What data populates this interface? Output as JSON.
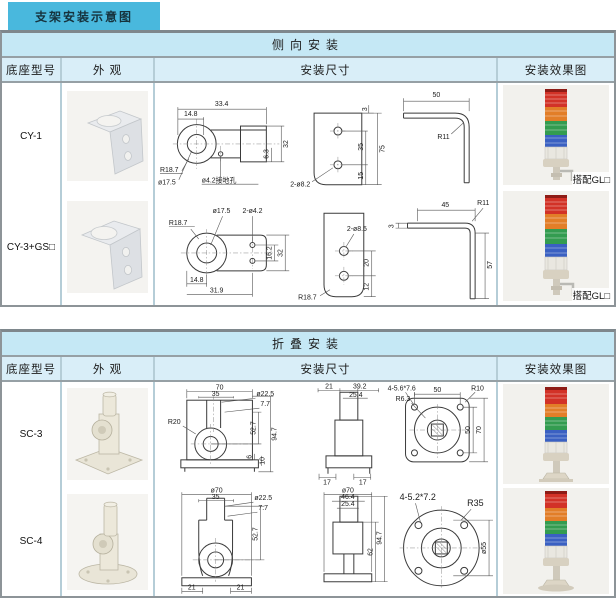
{
  "page_title": "支架安装示意图",
  "col_headers": {
    "model": "底座型号",
    "appearance": "外 观",
    "dimensions": "安装尺寸",
    "effect": "安装效果图"
  },
  "tables": [
    {
      "title": "侧向安装",
      "rows": [
        {
          "model": "CY-1",
          "effect_note": "搭配GL□",
          "dims": [
            "33.4",
            "14.8",
            "R18.7",
            "ø17.5",
            "ø4.2接地孔",
            "6.3",
            "32",
            "3",
            "75",
            "35",
            "15",
            "2-ø8.2",
            "50",
            "R11"
          ]
        },
        {
          "model": "CY-3+GS□",
          "effect_note": "搭配GL□",
          "dims": [
            "R18.7",
            "ø17.5",
            "2-ø4.2",
            "16.2",
            "32",
            "14.8",
            "31.9",
            "2-ø8.5",
            "20",
            "12",
            "R18.7",
            "45",
            "R11",
            "3",
            "57"
          ]
        }
      ]
    },
    {
      "title": "折叠安装",
      "rows": [
        {
          "model": "SC-3",
          "dims": [
            "70",
            "35",
            "ø22.5",
            "7.7",
            "R20",
            "52.7",
            "94.7",
            "6",
            "10",
            "21",
            "39.2",
            "25.4",
            "17",
            "17",
            "4-5.6*7.6",
            "R6.3",
            "50",
            "R10",
            "50",
            "70"
          ]
        },
        {
          "model": "SC-4",
          "dims": [
            "ø70",
            "35",
            "ø22.5",
            "7.7",
            "52.7",
            "21",
            "21",
            "ø70",
            "46.4",
            "25.4",
            "62",
            "94.7",
            "4-5.2*7.2",
            "R35",
            "ø55"
          ]
        }
      ]
    }
  ],
  "colors": {
    "tab": "#49b8dd",
    "band": "#c5e8f5",
    "head": "#d9eef8",
    "tower_red": "#d23227",
    "tower_orange": "#e27e28",
    "tower_green": "#339c50",
    "tower_blue": "#3a60c2"
  }
}
